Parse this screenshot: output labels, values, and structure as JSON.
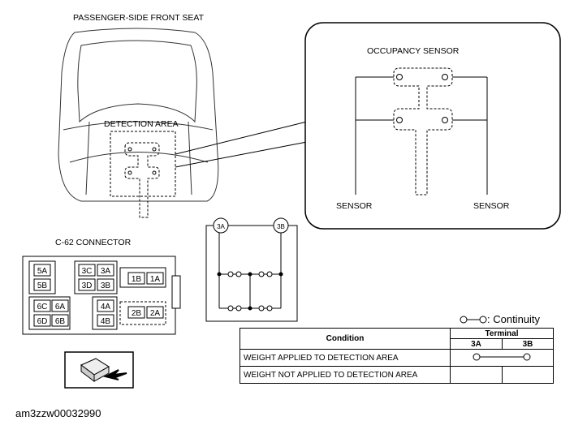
{
  "labels": {
    "seat_title": "PASSENGER-SIDE FRONT SEAT",
    "detection_area": "DETECTION AREA",
    "occupancy_sensor": "OCCUPANCY SENSOR",
    "sensor_left": "SENSOR",
    "sensor_right": "SENSOR",
    "connector_title": "C-62 CONNECTOR",
    "terminal_3a": "3A",
    "terminal_3b": "3B"
  },
  "connector_pins": [
    "5A",
    "5B",
    "3C",
    "3A",
    "3D",
    "3B",
    "1B",
    "1A",
    "6C",
    "6A",
    "6D",
    "6B",
    "4A",
    "4B",
    "2B",
    "2A"
  ],
  "legend": {
    "text": ": Continuity"
  },
  "table": {
    "condition_header": "Condition",
    "terminal_header": "Terminal",
    "col_3a": "3A",
    "col_3b": "3B",
    "rows": [
      {
        "condition": "WEIGHT APPLIED TO DETECTION AREA",
        "continuity": true
      },
      {
        "condition": "WEIGHT NOT APPLIED TO DETECTION AREA",
        "continuity": false
      }
    ]
  },
  "caption": "am3zzw00032990"
}
